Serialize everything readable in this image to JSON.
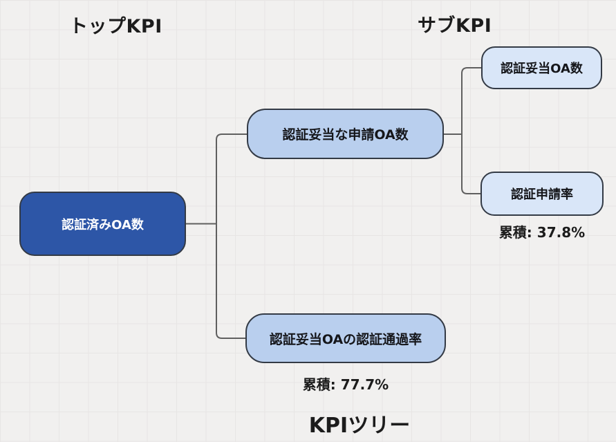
{
  "diagram": {
    "title": "KPIツリー",
    "column_headers": {
      "top_kpi": "トップKPI",
      "sub_kpi": "サブKPI"
    },
    "nodes": {
      "root": {
        "label": "認証済みOA数",
        "fill": "#2d56a7",
        "text_color": "#ffffff"
      },
      "branch_valid_requests": {
        "label": "認証妥当な申請OA数",
        "fill": "#b9cfee"
      },
      "branch_pass_rate": {
        "label": "認証妥当OAの認証通過率",
        "fill": "#b9cfee",
        "annotation": "累積: 77.7%"
      },
      "leaf_valid_count": {
        "label": "認証妥当OA数",
        "fill": "#d9e6f8"
      },
      "leaf_request_rate": {
        "label": "認証申請率",
        "fill": "#d9e6f8",
        "annotation": "累積: 37.8%"
      }
    },
    "colors": {
      "background": "#f1f0ef",
      "grid_line": "#e7e5e4",
      "node_border": "#333a45",
      "connector": "#5f5f5f",
      "text": "#1c1c1c"
    }
  }
}
